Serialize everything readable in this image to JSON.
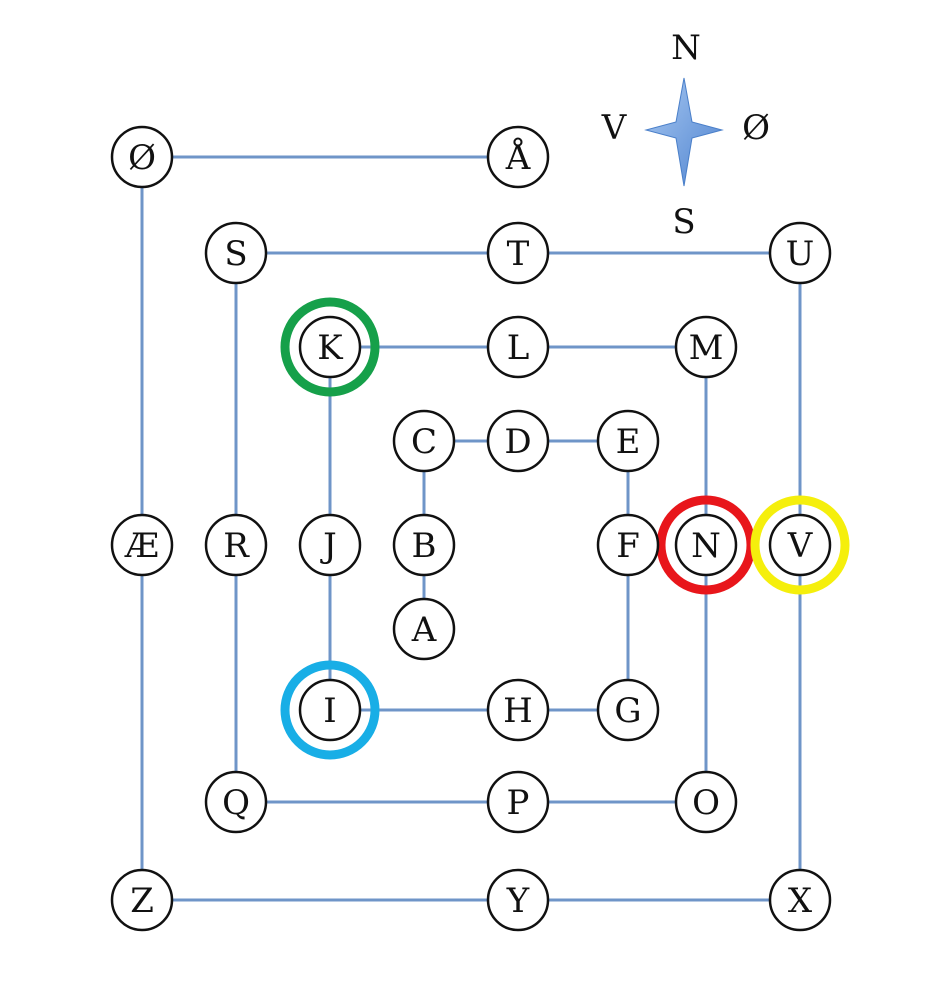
{
  "compass": {
    "north": "N",
    "south": "S",
    "west": "V",
    "east": "Ø"
  },
  "nodes": [
    {
      "id": "oe",
      "label": "Ø"
    },
    {
      "id": "aa",
      "label": "Å"
    },
    {
      "id": "s",
      "label": "S"
    },
    {
      "id": "t",
      "label": "T"
    },
    {
      "id": "u",
      "label": "U"
    },
    {
      "id": "k",
      "label": "K"
    },
    {
      "id": "l",
      "label": "L"
    },
    {
      "id": "m",
      "label": "M"
    },
    {
      "id": "c",
      "label": "C"
    },
    {
      "id": "d",
      "label": "D"
    },
    {
      "id": "e",
      "label": "E"
    },
    {
      "id": "ae",
      "label": "Æ"
    },
    {
      "id": "r",
      "label": "R"
    },
    {
      "id": "j",
      "label": "J"
    },
    {
      "id": "b",
      "label": "B"
    },
    {
      "id": "f",
      "label": "F"
    },
    {
      "id": "n",
      "label": "N"
    },
    {
      "id": "v",
      "label": "V"
    },
    {
      "id": "a",
      "label": "A"
    },
    {
      "id": "i",
      "label": "I"
    },
    {
      "id": "h",
      "label": "H"
    },
    {
      "id": "g",
      "label": "G"
    },
    {
      "id": "q",
      "label": "Q"
    },
    {
      "id": "p",
      "label": "P"
    },
    {
      "id": "o",
      "label": "O"
    },
    {
      "id": "z",
      "label": "Z"
    },
    {
      "id": "y",
      "label": "Y"
    },
    {
      "id": "x",
      "label": "X"
    }
  ],
  "edges": [
    [
      "oe",
      "aa"
    ],
    [
      "oe",
      "ae"
    ],
    [
      "ae",
      "z"
    ],
    [
      "z",
      "y"
    ],
    [
      "y",
      "x"
    ],
    [
      "x",
      "v"
    ],
    [
      "v",
      "u"
    ],
    [
      "u",
      "t"
    ],
    [
      "t",
      "s"
    ],
    [
      "s",
      "r"
    ],
    [
      "r",
      "q"
    ],
    [
      "q",
      "p"
    ],
    [
      "p",
      "o"
    ],
    [
      "o",
      "n"
    ],
    [
      "n",
      "m"
    ],
    [
      "m",
      "l"
    ],
    [
      "l",
      "k"
    ],
    [
      "k",
      "j"
    ],
    [
      "j",
      "i"
    ],
    [
      "i",
      "h"
    ],
    [
      "h",
      "g"
    ],
    [
      "g",
      "f"
    ],
    [
      "f",
      "e"
    ],
    [
      "e",
      "d"
    ],
    [
      "d",
      "c"
    ],
    [
      "c",
      "b"
    ],
    [
      "b",
      "a"
    ]
  ],
  "highlights": [
    {
      "node": "k",
      "color": "#16a04a"
    },
    {
      "node": "n",
      "color": "#e8161b"
    },
    {
      "node": "v",
      "color": "#f5ef0c"
    },
    {
      "node": "i",
      "color": "#18aee6"
    }
  ],
  "colors": {
    "edge": "#6f95c8",
    "compass_star": "#5a8fd6"
  }
}
